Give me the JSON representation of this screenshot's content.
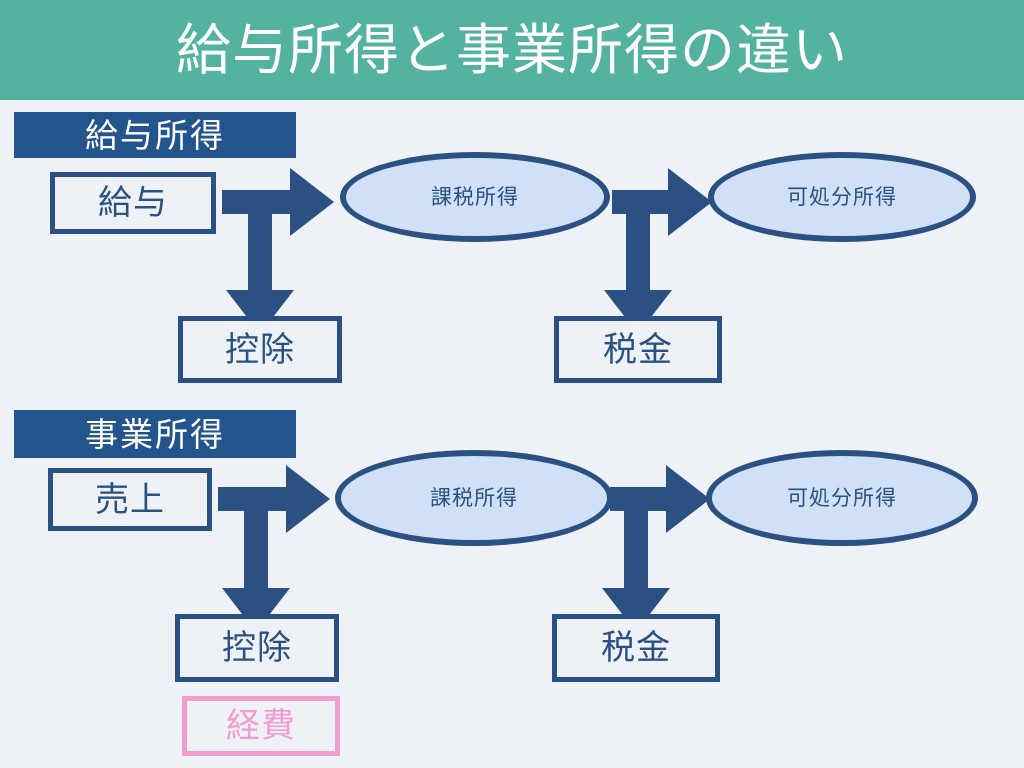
{
  "title": {
    "text": "給与所得と事業所得の違い",
    "band_color": "#54b3a0",
    "text_color": "#ffffff"
  },
  "background_color": "#eef2f6",
  "theme": {
    "primary_blue": "#2a5182",
    "badge_blue": "#24548c",
    "ellipse_fill": "#cfe0f7",
    "accent_pink": "#f49ccf"
  },
  "sections": [
    {
      "id": "salary-income",
      "badge_label": "給与所得",
      "source_box": "給与",
      "deduction_box": "控除",
      "taxable_ellipse": "課税所得",
      "tax_box": "税金",
      "disposable_ellipse": "可処分所得",
      "extra_box": null
    },
    {
      "id": "business-income",
      "badge_label": "事業所得",
      "source_box": "売上",
      "deduction_box": "控除",
      "taxable_ellipse": "課税所得",
      "tax_box": "税金",
      "disposable_ellipse": "可処分所得",
      "extra_box": "経費"
    }
  ],
  "icons": {
    "arrow_right": "arrow-right-icon",
    "arrow_down": "arrow-down-icon"
  }
}
